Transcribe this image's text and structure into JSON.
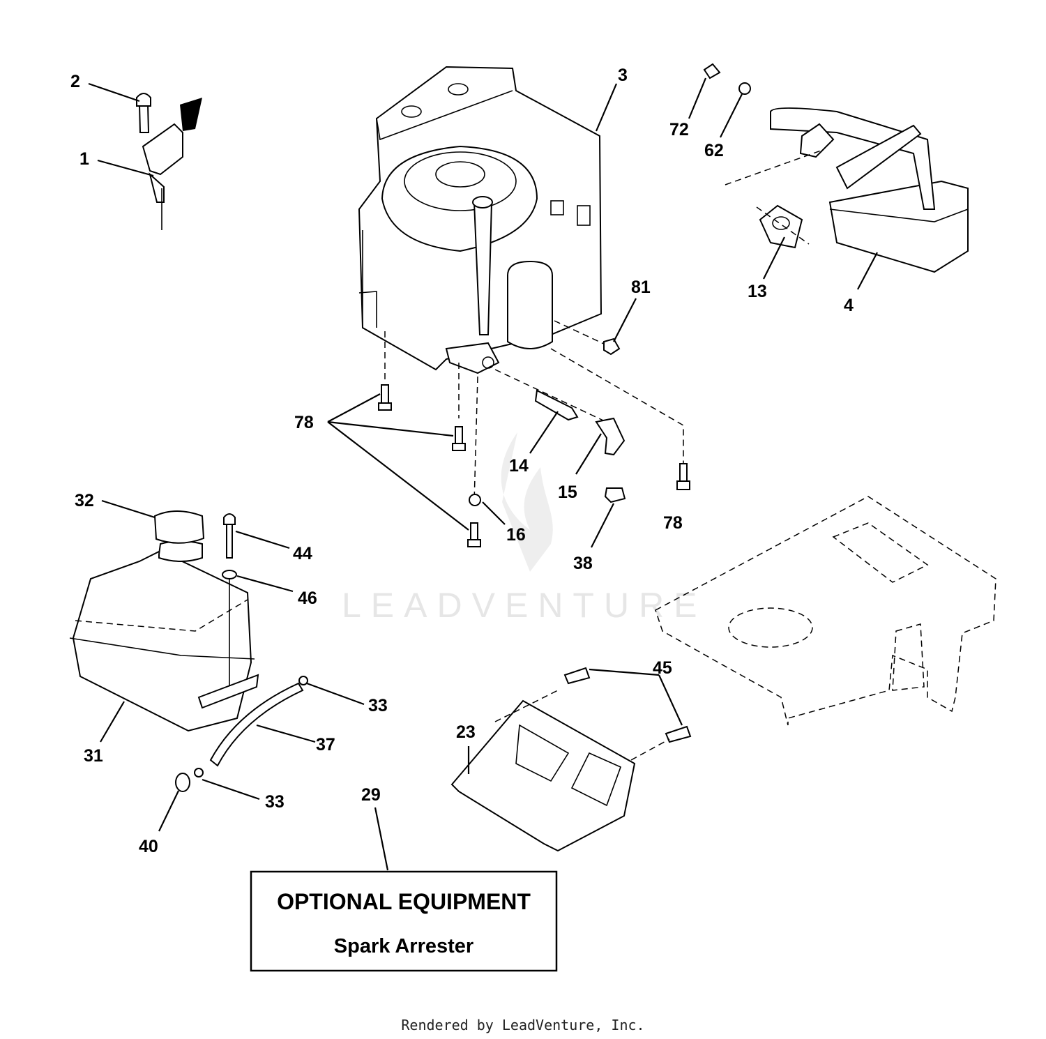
{
  "callouts": [
    "1",
    "2",
    "3",
    "4",
    "13",
    "14",
    "15",
    "16",
    "23",
    "29",
    "31",
    "32",
    "33",
    "33",
    "37",
    "38",
    "40",
    "44",
    "45",
    "46",
    "62",
    "72",
    "78",
    "78",
    "81"
  ],
  "optional_box": {
    "title": "OPTIONAL EQUIPMENT",
    "subtitle": "Spark Arrester"
  },
  "watermark": "LEADVENTURE",
  "footer": "Rendered by LeadVenture, Inc."
}
